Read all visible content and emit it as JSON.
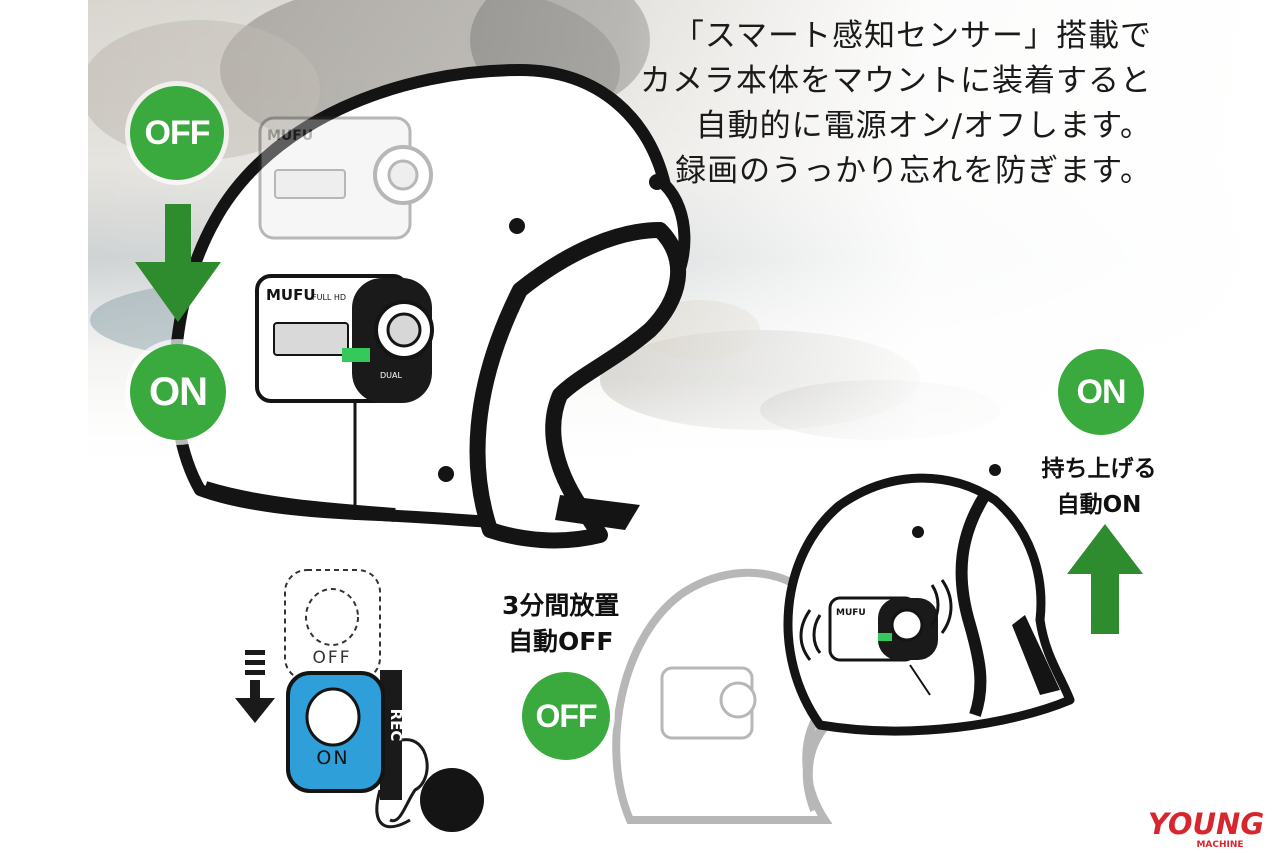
{
  "headline": {
    "lines": [
      "「スマート感知センサー」搭載で",
      "カメラ本体をマウントに装着すると",
      "自動的に電源オン/オフします。",
      "録画のうっかり忘れを防ぎます。"
    ]
  },
  "left_sequence": {
    "off_badge": "OFF",
    "on_badge": "ON"
  },
  "camera": {
    "brand": "MUFU",
    "model_text": "FULL HD",
    "side_text": "DUAL"
  },
  "switch_diagram": {
    "off_label": "OFF",
    "on_label": "ON",
    "rec_label": "REC"
  },
  "auto_off": {
    "caption_line1": "3分間放置",
    "caption_line2": "自動OFF",
    "badge": "OFF"
  },
  "auto_on": {
    "badge": "ON",
    "caption_line1": "持ち上げる",
    "caption_line2": "自動ON"
  },
  "watermark": {
    "brand": "YOUNG",
    "sub": "MACHINE"
  },
  "colors": {
    "badge_green": "#3aa93e",
    "arrow_green": "#2e8b2e",
    "switch_blue": "#2e9fd8",
    "logo_red": "#d8262e"
  }
}
